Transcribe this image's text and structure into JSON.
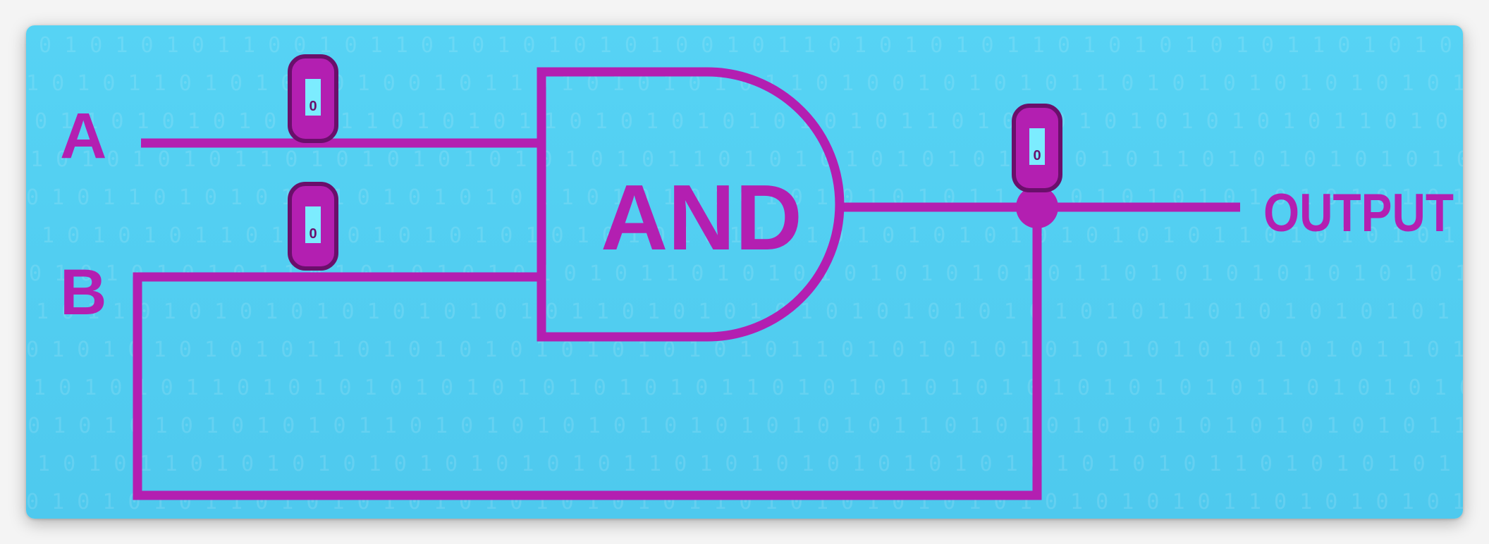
{
  "colors": {
    "background": "#5fd8f6",
    "accent": "#b31fb1",
    "digit_bg": "#7cecff",
    "digit_dark": "#6a0f6b"
  },
  "diagram": {
    "gate_label": "AND",
    "input_a_label": "A",
    "input_b_label": "B",
    "output_label": "OUTPUT",
    "input_a_value": "0",
    "input_b_value": "0",
    "output_value": "0"
  }
}
